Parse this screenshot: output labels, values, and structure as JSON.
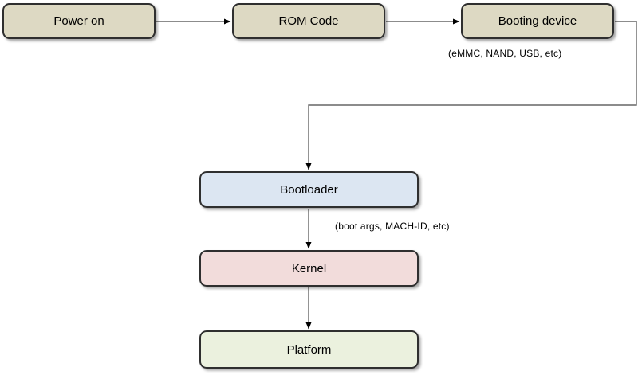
{
  "diagram": {
    "nodes": [
      {
        "id": "power-on",
        "label": "Power on",
        "fill": "#ddd9c3"
      },
      {
        "id": "rom-code",
        "label": "ROM Code",
        "fill": "#ddd9c3"
      },
      {
        "id": "booting-device",
        "label": "Booting device",
        "fill": "#ddd9c3"
      },
      {
        "id": "bootloader",
        "label": "Bootloader",
        "fill": "#dce6f2"
      },
      {
        "id": "kernel",
        "label": "Kernel",
        "fill": "#f2dcdb"
      },
      {
        "id": "platform",
        "label": "Platform",
        "fill": "#ebf1de"
      }
    ],
    "annotations": [
      {
        "id": "booting-device-note",
        "label": "(eMMC, NAND, USB, etc)"
      },
      {
        "id": "bootloader-note",
        "label": "(boot args, MACH-ID, etc)"
      }
    ],
    "edges": [
      {
        "from": "power-on",
        "to": "rom-code"
      },
      {
        "from": "rom-code",
        "to": "booting-device"
      },
      {
        "from": "booting-device",
        "to": "bootloader"
      },
      {
        "from": "bootloader",
        "to": "kernel"
      },
      {
        "from": "kernel",
        "to": "platform"
      }
    ],
    "colors": {
      "connector": "#666666",
      "arrowhead": "#000000",
      "node_border": "#2f2f2f",
      "background": "#ffffff"
    }
  }
}
